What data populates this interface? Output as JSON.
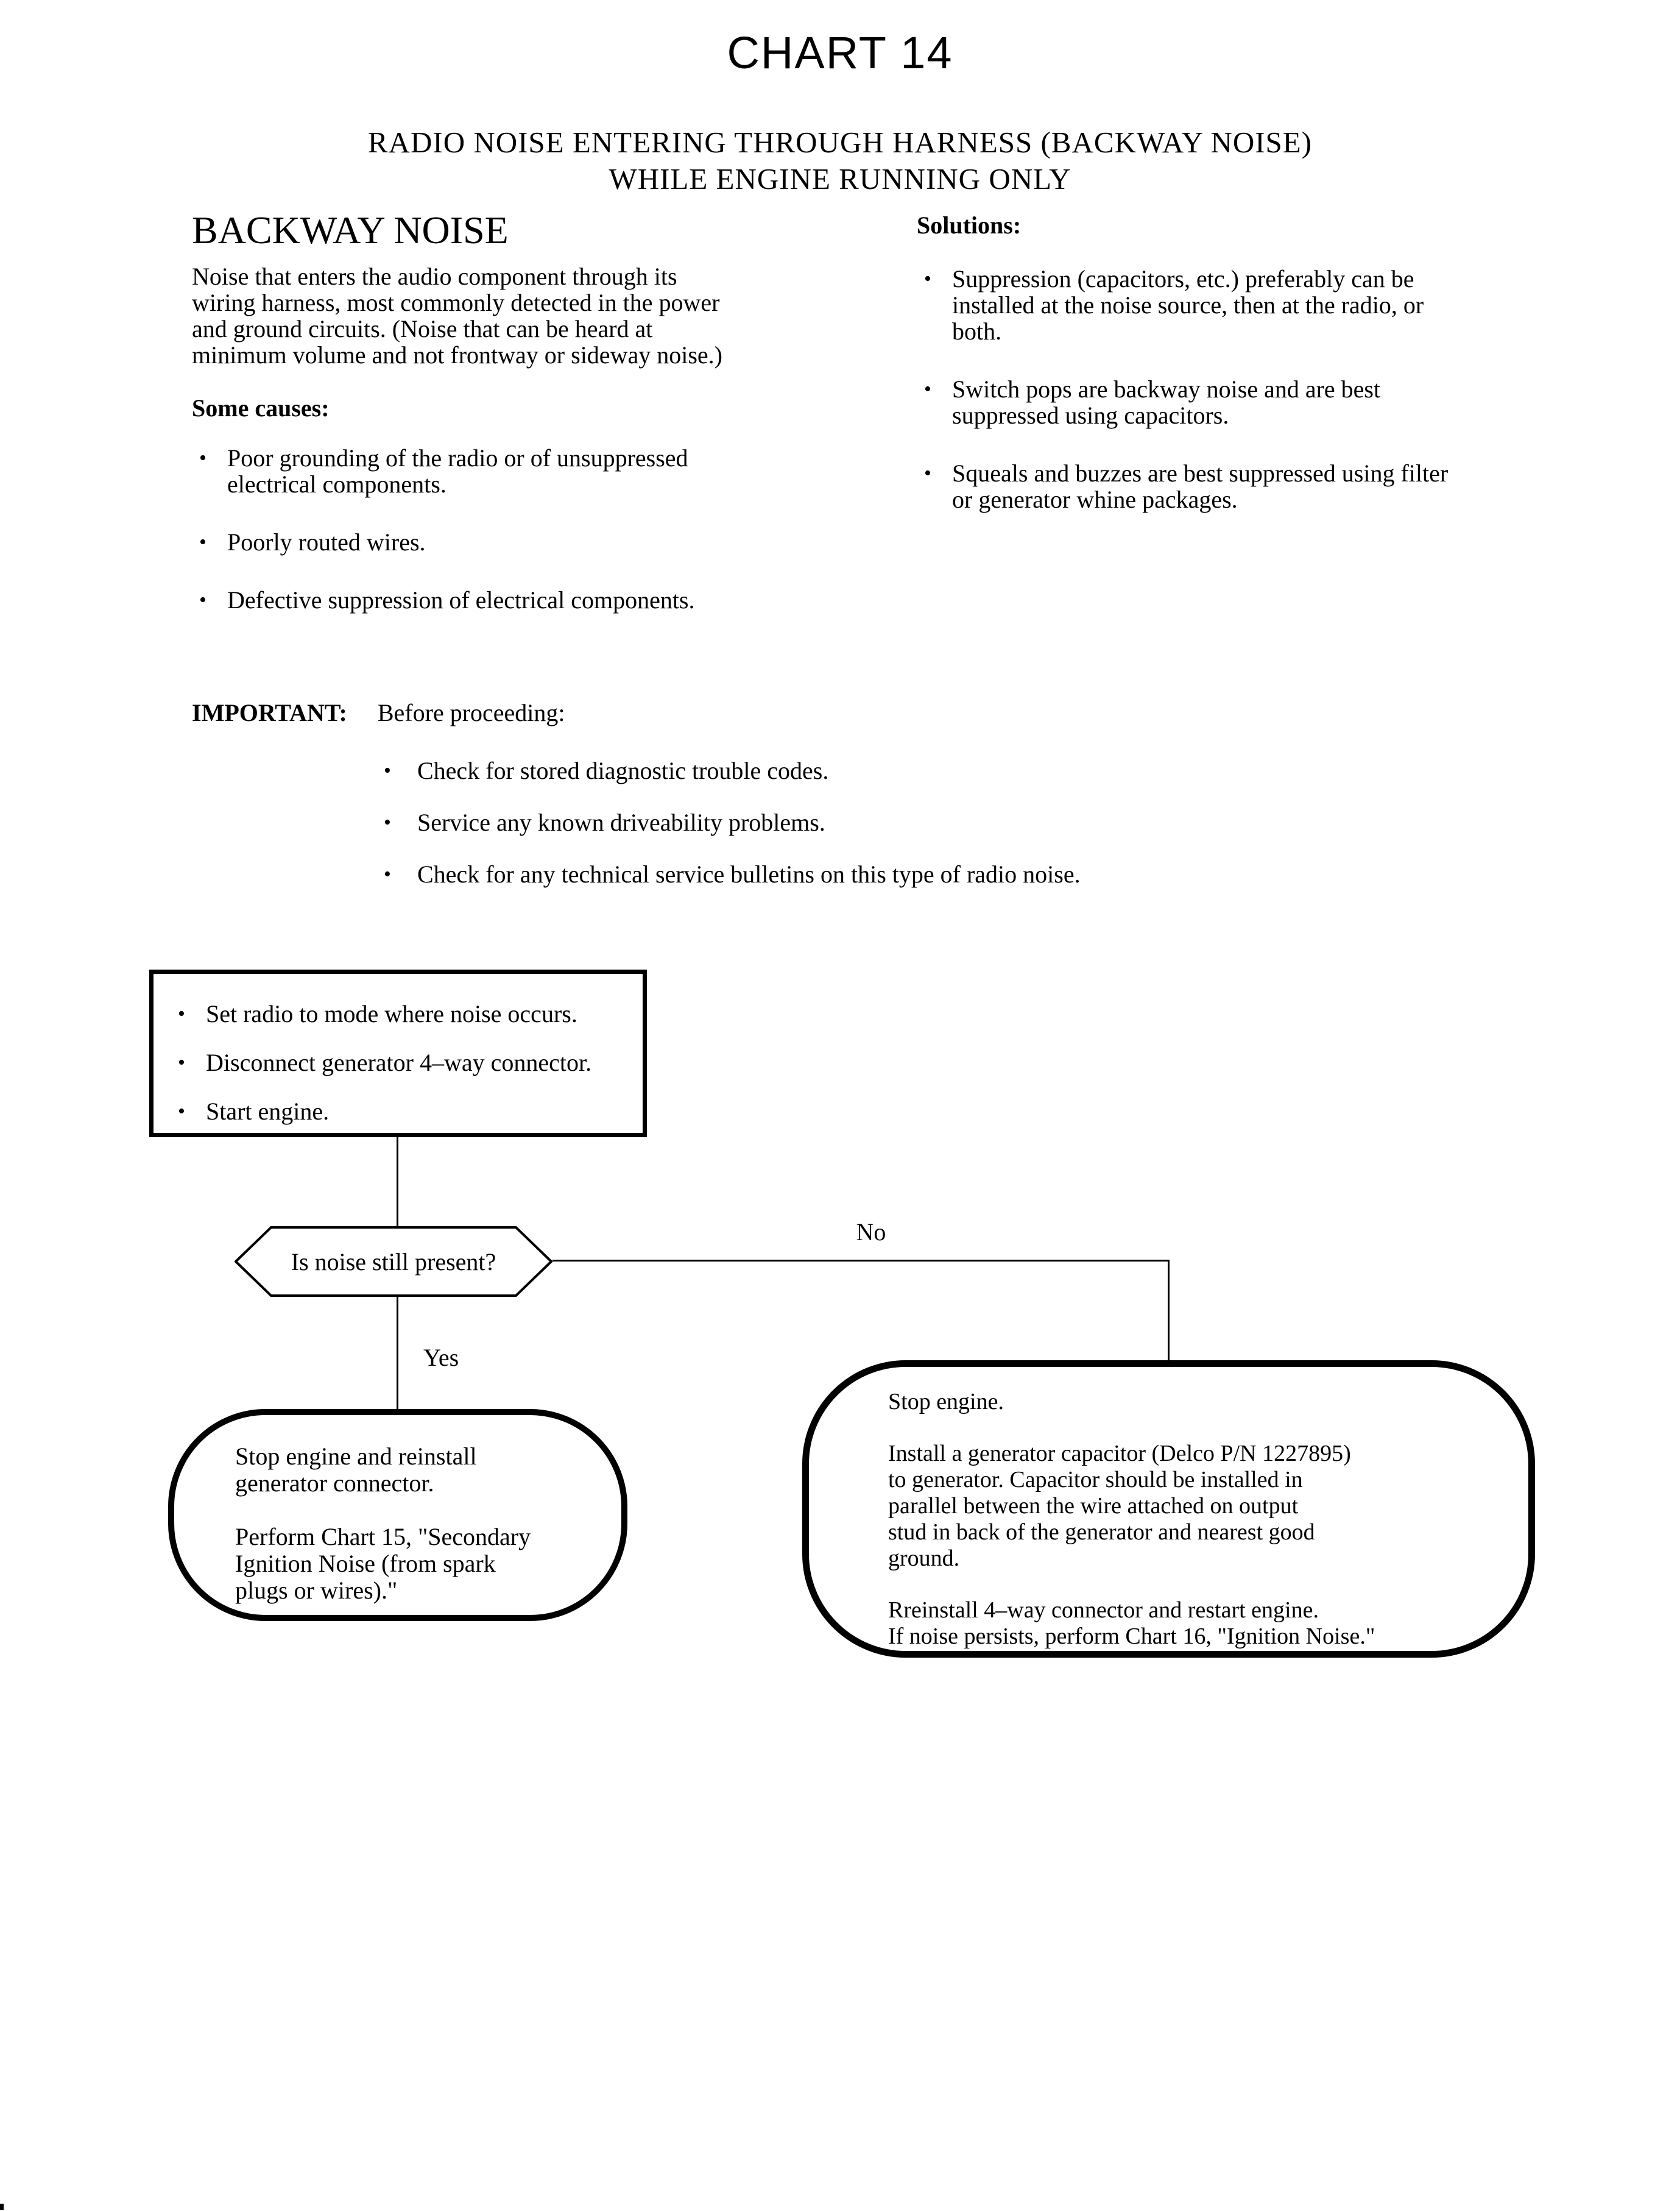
{
  "ui": {
    "bullet": "•"
  },
  "header": {
    "title": "CHART 14",
    "subtitle_lines": [
      "RADIO NOISE ENTERING THROUGH HARNESS (BACKWAY NOISE)",
      "WHILE ENGINE RUNNING ONLY"
    ]
  },
  "backway": {
    "heading": "BACKWAY NOISE",
    "description": [
      "Noise that enters the audio component through its",
      "wiring harness, most commonly detected in the power",
      "and ground circuits. (Noise that can be heard at",
      "minimum volume and not frontway or sideway noise.)"
    ],
    "causes_heading": "Some causes:",
    "causes": [
      [
        "Poor grounding of the radio or of unsuppressed",
        "electrical components."
      ],
      "Poorly routed wires.",
      "Defective suppression of electrical components."
    ]
  },
  "solutions": {
    "heading": "Solutions:",
    "items": [
      [
        "Suppression (capacitors, etc.) preferably can be",
        "installed at the noise source, then at the radio, or",
        "both."
      ],
      [
        "Switch pops are backway noise and are best",
        "suppressed using capacitors."
      ],
      [
        "Squeals and buzzes are best suppressed using filter",
        "or generator whine packages."
      ]
    ]
  },
  "important": {
    "label": "IMPORTANT:",
    "intro": "Before proceeding:",
    "items": [
      "Check for stored diagnostic trouble codes.",
      "Service any known driveability problems.",
      "Check for any technical service bulletins on this type of radio noise."
    ]
  },
  "flowchart": {
    "start_box": {
      "items": [
        "Set radio to mode where noise occurs.",
        "Disconnect generator 4–way connector.",
        "Start engine."
      ]
    },
    "decision": {
      "question": "Is noise still present?",
      "no_label": "No",
      "yes_label": "Yes"
    },
    "yes_box": {
      "paragraphs": [
        [
          "Stop engine and reinstall",
          "generator connector."
        ],
        [
          "Perform Chart 15, \"Secondary",
          "Ignition Noise (from spark",
          "plugs or wires).\""
        ]
      ]
    },
    "no_box": {
      "paragraphs": [
        "Stop engine.",
        [
          "Install a generator capacitor (Delco P/N 1227895)",
          "to generator. Capacitor should be installed in",
          "parallel between the wire attached on output",
          "stud in back of the generator and nearest good",
          "ground."
        ],
        [
          "Rreinstall 4–way connector and restart engine.",
          "If noise persists, perform Chart 16, \"Ignition Noise.\""
        ]
      ]
    }
  }
}
